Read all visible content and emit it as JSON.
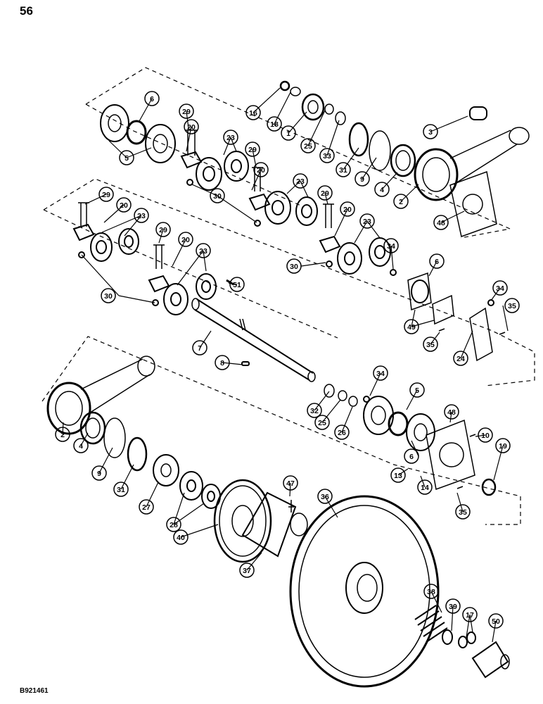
{
  "page_number": "56",
  "figure_code": "B921461",
  "callouts": [
    {
      "id": "c6a",
      "label": "6"
    },
    {
      "id": "c16",
      "label": "16"
    },
    {
      "id": "c18",
      "label": "18"
    },
    {
      "id": "c1",
      "label": "1"
    },
    {
      "id": "c25a",
      "label": "25"
    },
    {
      "id": "c33",
      "label": "33"
    },
    {
      "id": "c31a",
      "label": "31"
    },
    {
      "id": "c9a",
      "label": "9"
    },
    {
      "id": "c4a",
      "label": "4"
    },
    {
      "id": "c2a",
      "label": "2"
    },
    {
      "id": "c3",
      "label": "3"
    },
    {
      "id": "c5a",
      "label": "5"
    },
    {
      "id": "c29a",
      "label": "29"
    },
    {
      "id": "c20a",
      "label": "20"
    },
    {
      "id": "c23a",
      "label": "23"
    },
    {
      "id": "c29b",
      "label": "29"
    },
    {
      "id": "c20b",
      "label": "20"
    },
    {
      "id": "c30a",
      "label": "30"
    },
    {
      "id": "c23b",
      "label": "23"
    },
    {
      "id": "c29c",
      "label": "29"
    },
    {
      "id": "c20c",
      "label": "20"
    },
    {
      "id": "c48a",
      "label": "48"
    },
    {
      "id": "c29d",
      "label": "29"
    },
    {
      "id": "c20d",
      "label": "20"
    },
    {
      "id": "c23c",
      "label": "23"
    },
    {
      "id": "c29e",
      "label": "29"
    },
    {
      "id": "c20e",
      "label": "20"
    },
    {
      "id": "c23d",
      "label": "23"
    },
    {
      "id": "c23e",
      "label": "23"
    },
    {
      "id": "c30b",
      "label": "30"
    },
    {
      "id": "c34a",
      "label": "34"
    },
    {
      "id": "c6b",
      "label": "6"
    },
    {
      "id": "c30c",
      "label": "30"
    },
    {
      "id": "c51",
      "label": "51"
    },
    {
      "id": "c34b",
      "label": "34"
    },
    {
      "id": "c35a",
      "label": "35"
    },
    {
      "id": "c49",
      "label": "49"
    },
    {
      "id": "c35b",
      "label": "35"
    },
    {
      "id": "c24",
      "label": "24"
    },
    {
      "id": "c7",
      "label": "7"
    },
    {
      "id": "c8",
      "label": "8"
    },
    {
      "id": "c34c",
      "label": "34"
    },
    {
      "id": "c5b",
      "label": "5"
    },
    {
      "id": "c48b",
      "label": "48"
    },
    {
      "id": "c32",
      "label": "32"
    },
    {
      "id": "c25b",
      "label": "25"
    },
    {
      "id": "c26",
      "label": "26"
    },
    {
      "id": "c10",
      "label": "10"
    },
    {
      "id": "c19",
      "label": "19"
    },
    {
      "id": "c6c",
      "label": "6"
    },
    {
      "id": "c13",
      "label": "13"
    },
    {
      "id": "c14",
      "label": "14"
    },
    {
      "id": "c35c",
      "label": "35"
    },
    {
      "id": "c2b",
      "label": "2"
    },
    {
      "id": "c4b",
      "label": "4"
    },
    {
      "id": "c9b",
      "label": "9"
    },
    {
      "id": "c31b",
      "label": "31"
    },
    {
      "id": "c27",
      "label": "27"
    },
    {
      "id": "c28",
      "label": "28"
    },
    {
      "id": "c47",
      "label": "47"
    },
    {
      "id": "c36",
      "label": "36"
    },
    {
      "id": "c40",
      "label": "40"
    },
    {
      "id": "c37",
      "label": "37"
    },
    {
      "id": "c38",
      "label": "38"
    },
    {
      "id": "c39",
      "label": "39"
    },
    {
      "id": "c17",
      "label": "17"
    },
    {
      "id": "c50",
      "label": "50"
    }
  ]
}
